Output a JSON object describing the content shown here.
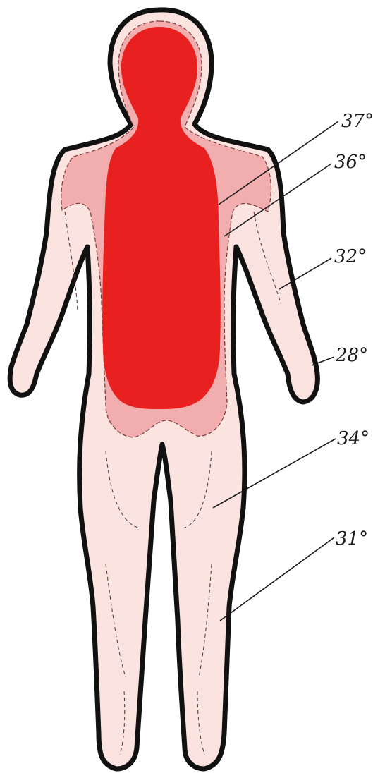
{
  "colors": {
    "core": "#e8201f",
    "skin_warm": "#f2aeae",
    "skin_outer": "#fbe3e0",
    "outline": "#111111"
  },
  "labels": [
    {
      "text": "37°",
      "target": "core-region"
    },
    {
      "text": "36°",
      "target": "core-boundary"
    },
    {
      "text": "32°",
      "target": "upper-arm"
    },
    {
      "text": "28°",
      "target": "hand"
    },
    {
      "text": "34°",
      "target": "thigh"
    },
    {
      "text": "31°",
      "target": "lower-leg"
    }
  ]
}
